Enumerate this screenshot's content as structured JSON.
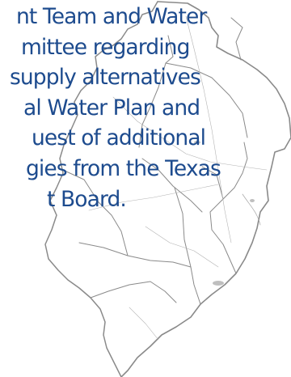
{
  "colors": {
    "text": "#1d4b8e",
    "map_line": "#8a8a8a",
    "background": "#ffffff"
  },
  "text_lines": [
    "nt Team and Water",
    "mittee regarding",
    "supply alternatives",
    "al Water Plan and",
    "uest of additional",
    "gies from the Texas",
    "t Board."
  ]
}
